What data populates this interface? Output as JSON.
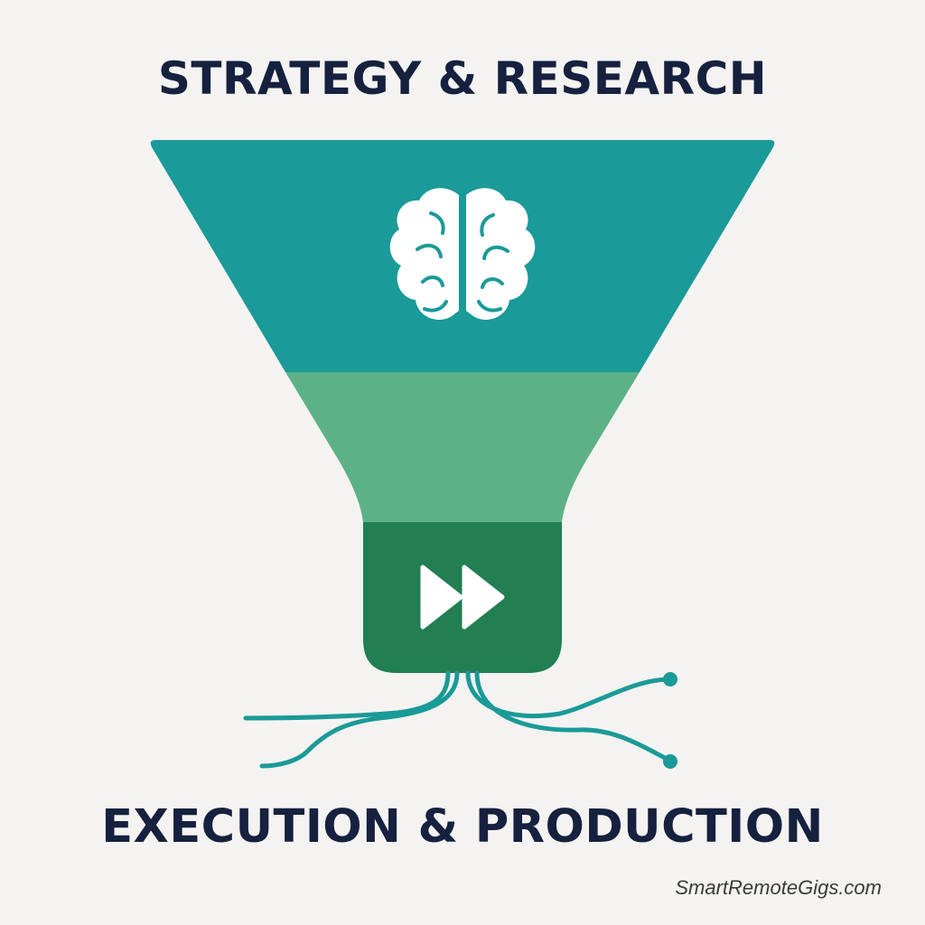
{
  "top_title": "STRATEGY & RESEARCH",
  "bottom_title": "EXECUTION & PRODUCTION",
  "watermark": "SmartRemoteGigs.com",
  "icons": {
    "top": "brain-icon",
    "bottom": "fast-forward-icon"
  },
  "colors": {
    "top_band": "#1a9a98",
    "middle_band": "#5db285",
    "bottom_band": "#217f52",
    "lines": "#1a9a98",
    "text": "#16213f"
  }
}
